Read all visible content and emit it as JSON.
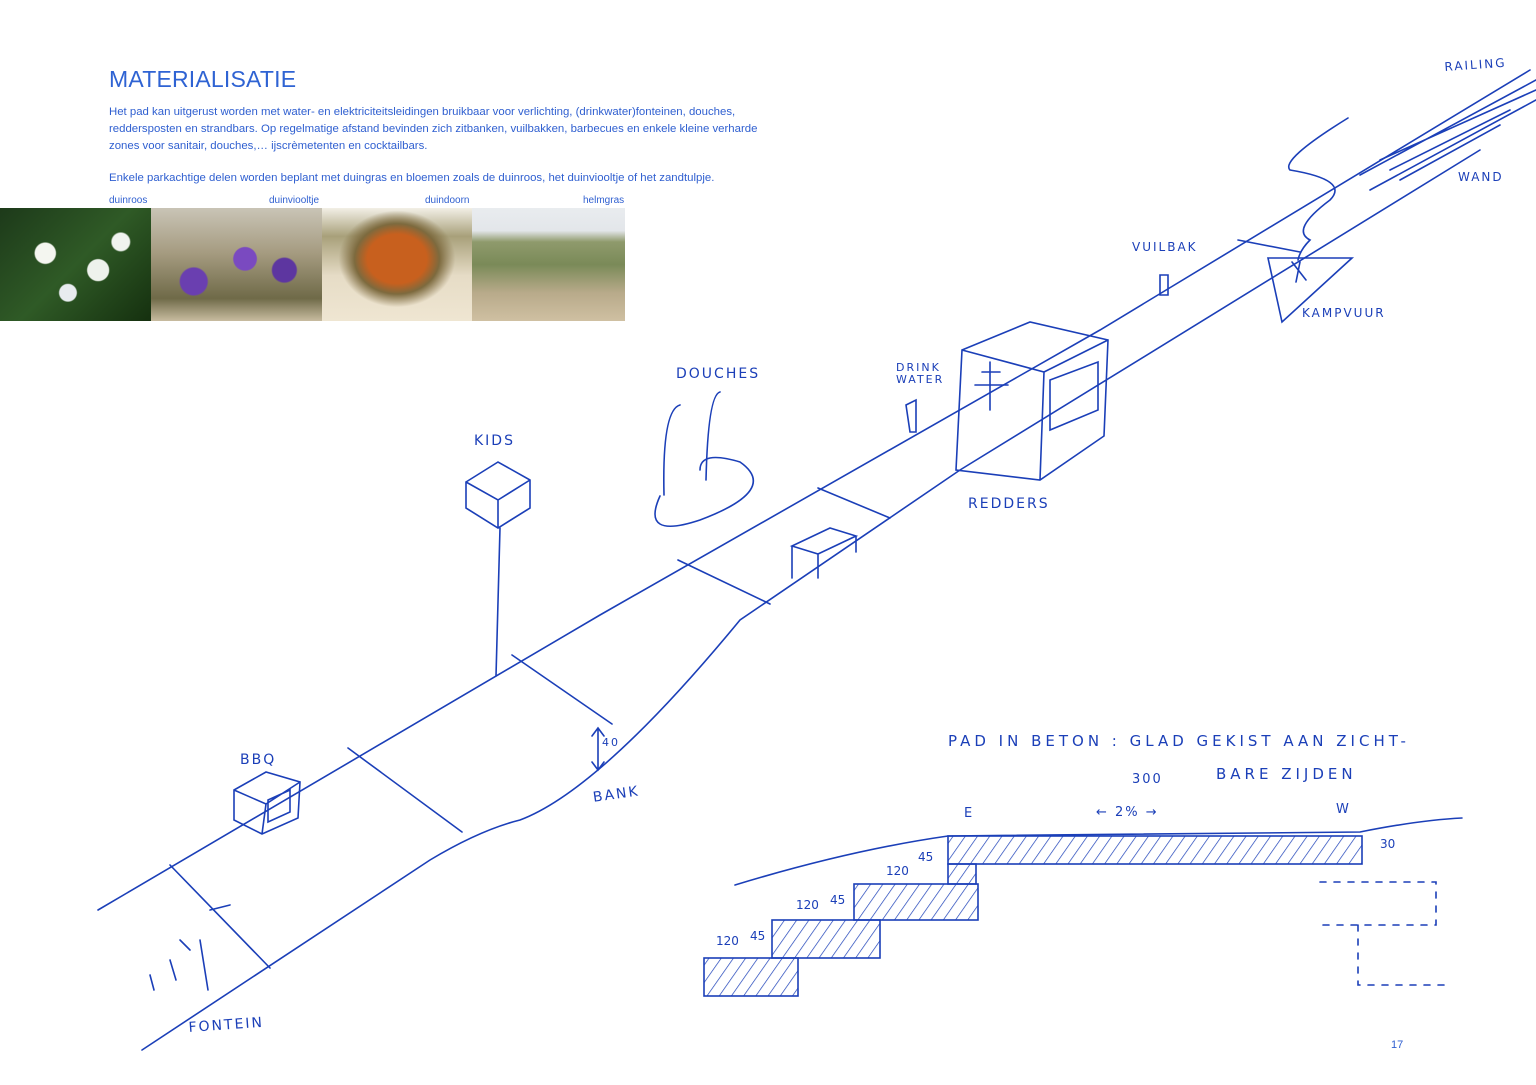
{
  "header": {
    "title": "MATERIALISATIE"
  },
  "body": {
    "paragraph1": "Het pad kan uitgerust worden met water- en elektriciteitsleidingen bruikbaar voor verlichting, (drinkwater)fonteinen, douches, reddersposten en strandbars. Op regelmatige afstand bevinden zich zitbanken, vuilbakken, barbecues en enkele kleine verharde zones voor sanitair, douches,… ijscrèmetenten en cocktailbars.",
    "paragraph2": "Enkele parkachtige delen worden beplant met duingras en bloemen zoals de duinroos, het duinviooltje of het zandtulpje."
  },
  "photos": [
    {
      "caption": "duinroos"
    },
    {
      "caption": "duinviooltje"
    },
    {
      "caption": "duindoorn"
    },
    {
      "caption": "helmgras"
    }
  ],
  "sketch_labels": {
    "railing": "RAILING",
    "wand": "WAND",
    "vuilbak": "VUILBAK",
    "kampvuur": "KAMPVUUR",
    "drinkwater": "DRINK WATER",
    "douches": "DOUCHES",
    "kids": "KIDS",
    "redders": "REDDERS",
    "bbq": "BBQ",
    "bank": "BANK",
    "fontein": "FONTEIN",
    "bank_height": "40"
  },
  "section": {
    "note_line1": "PAD IN BETON : GLAD GEKIST AAN ZICHT-",
    "note_line2": "BARE ZIJDEN",
    "width": "300",
    "slope": "← 2% →",
    "east": "E",
    "west": "W",
    "dims": [
      "45",
      "120",
      "45",
      "120",
      "45",
      "120",
      "30"
    ]
  },
  "footer": {
    "page_number": "17"
  },
  "colors": {
    "ink": "#1b3fb8",
    "text": "#2f63d3"
  }
}
